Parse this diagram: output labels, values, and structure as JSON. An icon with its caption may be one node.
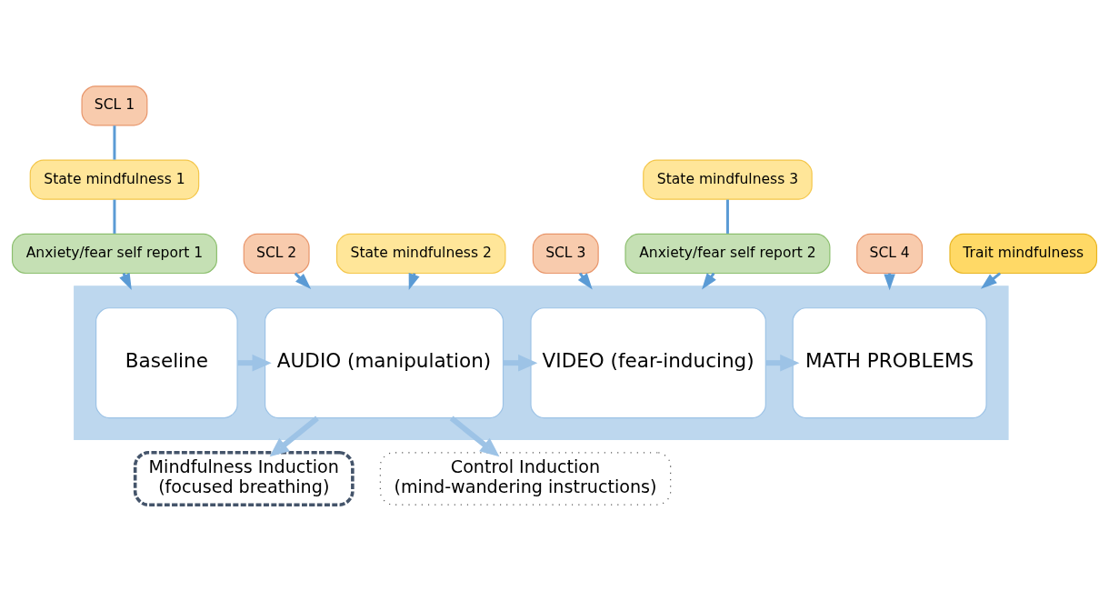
{
  "diagram": {
    "nodes": [
      {
        "text": [
          "SCL 1"
        ]
      },
      {
        "text": [
          "State mindfulness 1"
        ]
      },
      {
        "text": [
          "Anxiety/fear self report 1"
        ]
      },
      {
        "text": [
          "SCL 2"
        ]
      },
      {
        "text": [
          "State mindfulness 2"
        ]
      },
      {
        "text": [
          "SCL 3"
        ]
      },
      {
        "text": [
          "State mindfulness 3"
        ]
      },
      {
        "text": [
          "Anxiety/fear self report 2"
        ]
      },
      {
        "text": [
          "SCL 4"
        ]
      },
      {
        "text": [
          "Trait mindfulness"
        ]
      },
      {
        "text": [],
        "shape": "bar"
      },
      {
        "text": [
          "Baseline"
        ],
        "in": 10
      },
      {
        "text": [
          "AUDIO (manipulation)"
        ],
        "in": 10
      },
      {
        "text": [
          "VIDEO (fear-inducing)"
        ],
        "in": 10
      },
      {
        "text": [
          "MATH PROBLEMS"
        ],
        "in": 10
      },
      {
        "text": [
          "Mindfulness Induction",
          "(focused breathing)"
        ]
      },
      {
        "text": [
          "Control Induction",
          "(mind-wandering instructions)"
        ]
      }
    ],
    "edges": [
      {
        "from": 0,
        "to": 1,
        "arrow": "none"
      },
      {
        "from": 1,
        "to": 2,
        "arrow": "none"
      },
      {
        "from": 2,
        "to": 10,
        "arrow": "to"
      },
      {
        "from": 3,
        "to": 10,
        "arrow": "to"
      },
      {
        "from": 4,
        "to": 10,
        "arrow": "to"
      },
      {
        "from": 5,
        "to": 10,
        "arrow": "to"
      },
      {
        "from": 6,
        "to": 7,
        "arrow": "none"
      },
      {
        "from": 7,
        "to": 10,
        "arrow": "to"
      },
      {
        "from": 8,
        "to": 10,
        "arrow": "to"
      },
      {
        "from": 9,
        "to": 10,
        "arrow": "to"
      },
      {
        "from": 11,
        "to": 12,
        "arrow": "to",
        "style": "thick",
        "color": "#9dc3e6"
      },
      {
        "from": 12,
        "to": 13,
        "arrow": "to",
        "style": "thick",
        "color": "#9dc3e6"
      },
      {
        "from": 13,
        "to": 14,
        "arrow": "to",
        "style": "thick",
        "color": "#9dc3e6"
      },
      {
        "from": 12,
        "to": 15,
        "arrow": "to",
        "style": "thick",
        "color": "#9dc3e6"
      },
      {
        "from": 12,
        "to": 16,
        "arrow": "to",
        "style": "thick",
        "color": "#9dc3e6"
      }
    ]
  }
}
